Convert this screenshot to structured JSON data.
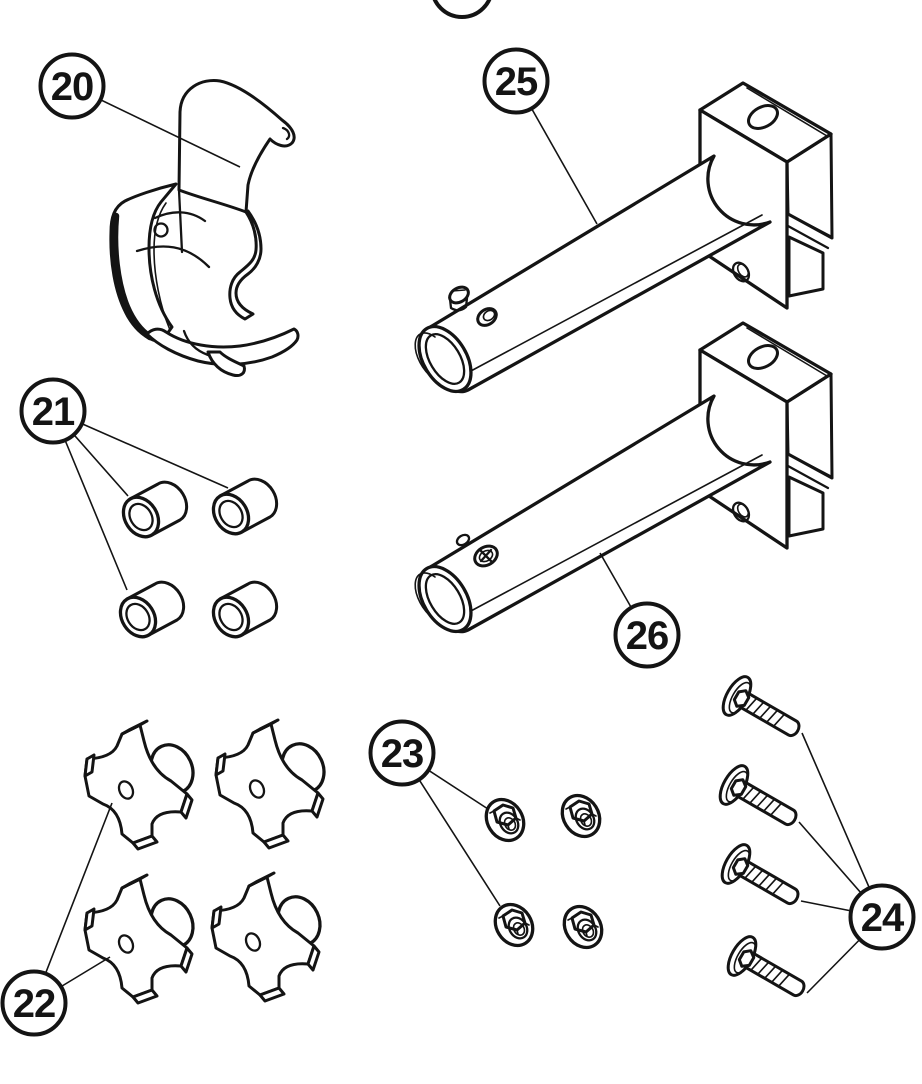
{
  "diagram": {
    "background_color": "#ffffff",
    "line_color": "#141414",
    "top_partial_callout": {
      "visible": true
    },
    "callouts": [
      {
        "number": "20"
      },
      {
        "number": "21"
      },
      {
        "number": "22"
      },
      {
        "number": "23"
      },
      {
        "number": "24"
      },
      {
        "number": "25"
      },
      {
        "number": "26"
      }
    ]
  }
}
